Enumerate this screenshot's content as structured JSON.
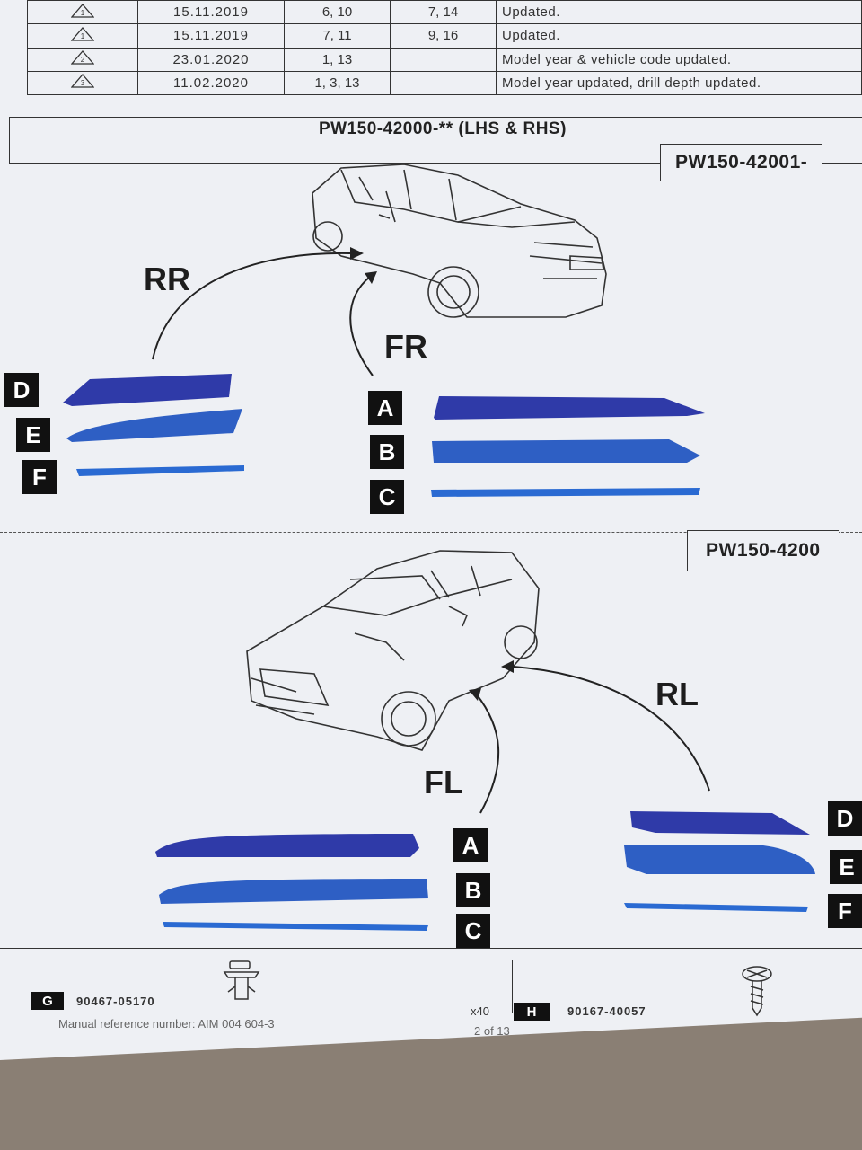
{
  "revisions": [
    {
      "date": "15.11.2019",
      "pages": "6, 10",
      "pages2": "7, 14",
      "desc": "Updated.",
      "rev": "1"
    },
    {
      "date": "15.11.2019",
      "pages": "7, 11",
      "pages2": "9, 16",
      "desc": "Updated.",
      "rev": "1"
    },
    {
      "date": "23.01.2020",
      "pages": "1, 13",
      "pages2": "",
      "desc": "Model year & vehicle code updated.",
      "rev": "2"
    },
    {
      "date": "11.02.2020",
      "pages": "1, 3, 13",
      "pages2": "",
      "desc": "Model year updated, drill depth updated.",
      "rev": "3"
    }
  ],
  "section_title": "PW150-42000-** (LHS & RHS)",
  "code_right_top": "PW150-42001-",
  "code_right_bottom": "PW150-4200",
  "positions": {
    "rr": "RR",
    "fr": "FR",
    "fl": "FL",
    "rl": "RL"
  },
  "letters": {
    "a": "A",
    "b": "B",
    "c": "C",
    "d": "D",
    "e": "E",
    "f": "F"
  },
  "parts": {
    "g": {
      "tag": "G",
      "number": "90467-05170",
      "qty": "x40"
    },
    "h": {
      "tag": "H",
      "number": "90167-40057"
    }
  },
  "footer": {
    "manual": "Manual reference number: AIM 004 604-3",
    "page": "2 of 13"
  },
  "colors": {
    "part_dark": "#2f3aa8",
    "part_mid": "#2e5fc4",
    "part_light": "#2a6ad2"
  }
}
